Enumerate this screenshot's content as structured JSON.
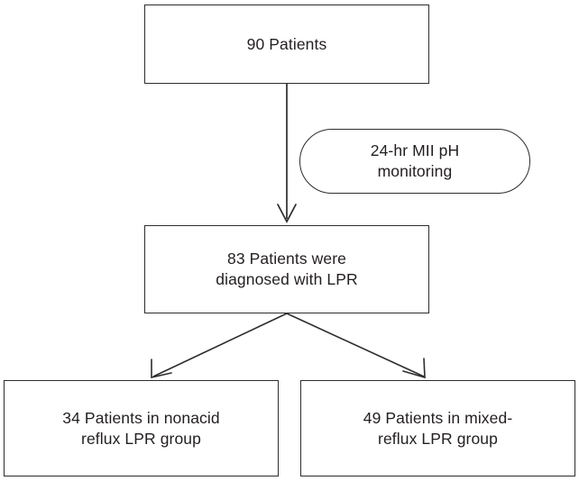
{
  "diagram": {
    "type": "flowchart",
    "title": "Patient enrollment and LPR reflux group allocation flowchart",
    "colors": {
      "stroke": "#2e2c2d",
      "text": "#231f20",
      "background": "#ffffff"
    },
    "nodes": [
      {
        "id": "total-patients",
        "shape": "rectangle",
        "text": "90 Patients"
      },
      {
        "id": "monitoring",
        "shape": "rounded-rectangle",
        "text": "24-hr MII pH\nmonitoring"
      },
      {
        "id": "diagnosed-lpr",
        "shape": "rectangle",
        "text": "83 Patients were\ndiagnosed with LPR"
      },
      {
        "id": "nonacid-group",
        "shape": "rectangle",
        "text": "34 Patients in nonacid\nreflux LPR group"
      },
      {
        "id": "mixed-group",
        "shape": "rectangle",
        "text": "49 Patients in mixed-\nreflux LPR group"
      }
    ],
    "edges": [
      {
        "id": "total-to-diagnosed",
        "from": "total-patients",
        "to": "diagnosed-lpr",
        "style": "straight-arrow"
      },
      {
        "id": "diagnosed-to-nonacid",
        "from": "diagnosed-lpr",
        "to": "nonacid-group",
        "style": "diagonal-arrow"
      },
      {
        "id": "diagnosed-to-mixed",
        "from": "diagnosed-lpr",
        "to": "mixed-group",
        "style": "diagonal-arrow"
      }
    ]
  }
}
